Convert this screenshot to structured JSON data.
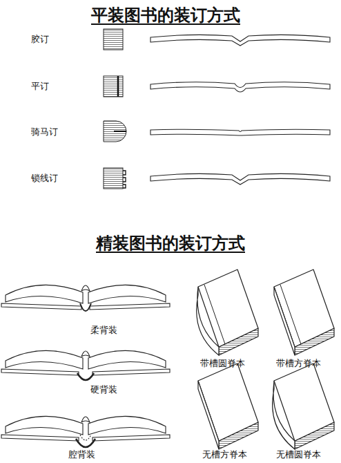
{
  "diagram": {
    "title": "平装图书的装订方式",
    "labels": [
      "胶订",
      "平订",
      "骑马订",
      "锁线订",
      "精装图书的装订方式",
      "柔背装",
      "硬背装",
      "腔背装",
      "带槽圆脊本",
      "带槽方脊本",
      "无槽方脊本",
      "无槽圆脊本"
    ]
  }
}
